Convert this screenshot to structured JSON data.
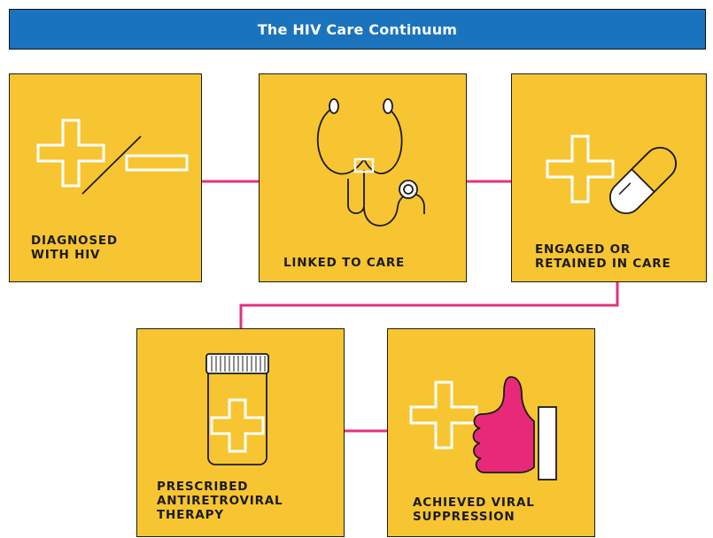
{
  "header": {
    "title": "The HIV Care Continuum"
  },
  "colors": {
    "header_bg": "#1a73bd",
    "box_fill": "#f7c531",
    "connector": "#e0337e",
    "hand": "#e8297a",
    "outline": "#1b1b1b"
  },
  "steps": [
    {
      "label": "DIAGNOSED\nWITH HIV",
      "icon": "plus-minus-icon"
    },
    {
      "label": "LINKED TO CARE",
      "icon": "stethoscope-icon"
    },
    {
      "label": "ENGAGED OR\nRETAINED IN CARE",
      "icon": "plus-pill-icon"
    },
    {
      "label": "PRESCRIBED\nANTIRETROVIRAL\nTHERAPY",
      "icon": "pill-bottle-icon"
    },
    {
      "label": "ACHIEVED VIRAL\nSUPPRESSION",
      "icon": "plus-thumbs-up-icon"
    }
  ]
}
